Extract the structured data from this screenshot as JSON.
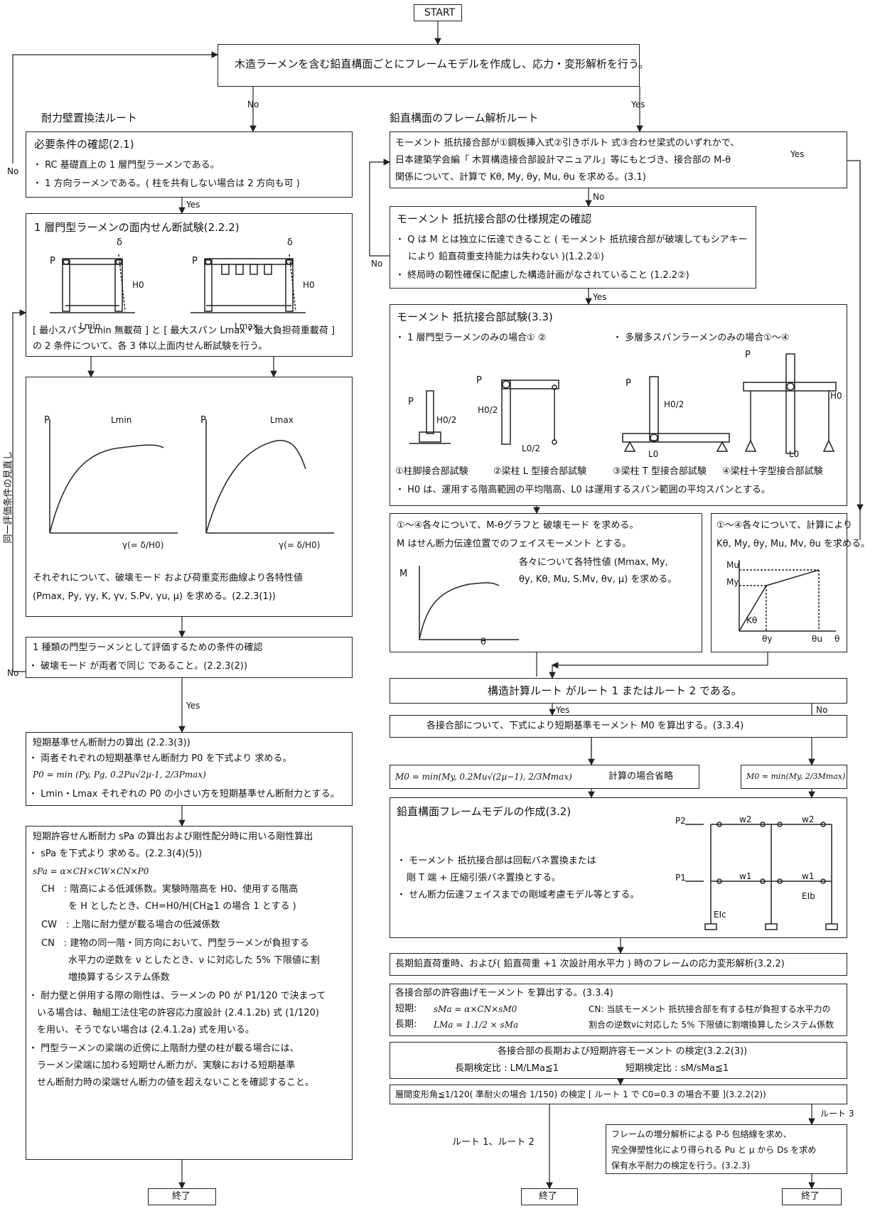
{
  "start": "START",
  "top_box": "木造ラーメンを含む鉛直構面ごとにフレームモデルを作成し、応力・変形解析を行う。",
  "labels": {
    "no": "No",
    "yes": "Yes",
    "left_route": "耐力壁置換法ルート",
    "right_route": "鉛直構面のフレーム解析ルート",
    "side_vertical": "同一評価条件の見直し",
    "route12": "ルート 1、ルート 2",
    "route3": "ルート 3"
  },
  "left": {
    "b1": {
      "title": "必要条件の確認(2.1)",
      "lines": [
        "・ RC 基礎直上の 1 層門型ラーメンである。",
        "・ 1 方向ラーメンである。( 柱を共有しない場合は 2 方向も可 )"
      ]
    },
    "b2": {
      "title": "1 層門型ラーメンの面内せん断試験(2.2.2)",
      "lines": [
        "[ 最小スパン Lmin 無載荷 ] と [ 最大スパン Lmax・最大負担荷重載荷 ]",
        "の 2 条件について、各 3 体以上面内せん断試験を行う。"
      ],
      "fig": {
        "p": "P",
        "d": "δ",
        "h": "H0",
        "lmin": "Lmin",
        "lmax": "Lmax"
      }
    },
    "b3": {
      "fig": {
        "p": "P",
        "lmin": "Lmin",
        "lmax": "Lmax",
        "x": "γ(= δ/H0)"
      },
      "lines": [
        "それぞれについて、破壊モード および荷重変形曲線より各特性値",
        "(Pmax, Py, γy, K, γv, S.Pv, γu, μ) を求める。(2.2.3(1))"
      ]
    },
    "b4": {
      "lines": [
        "1 種類の門型ラーメンとして評価するための条件の確認",
        "・ 破壊モード が両者で同じ であること。(2.2.3(2))"
      ]
    },
    "b5": {
      "lines": [
        "短期基準せん断耐力の算出 (2.2.3(3))",
        "・ 両者それぞれの短期基準せん断耐力 P0 を下式より 求める。",
        "P0 = min (Py, Pg, 0.2Pu√2μ-1, 2/3Pmax)",
        "・ Lmin・Lmax それぞれの P0 の小さい方を短期基準せん断耐力とする。"
      ]
    },
    "b6": {
      "lines": [
        "短期許容せん断耐力 sPa の算出および剛性配分時に用いる剛性算出",
        "・ sPa を下式より 求める。(2.2.3(4)(5))",
        "sPa = α×CH×CW×CN×P0",
        "CH　: 階高による低減係数。実験時階高を H0、使用する階高",
        "を H としたとき、CH=H0/H(CH≧1 の場合 1 とする )",
        "CW　: 上階に耐力壁が載る場合の低減係数",
        "CN　: 建物の同一階・同方向において、門型ラーメンが負担する",
        "水平力の逆数を ν としたとき、ν に対応した 5% 下限値に割",
        "増換算するシステム係数",
        "・ 耐力壁と併用する際の剛性は、ラーメンの P0 が P1/120 で決まって",
        "いる場合は、軸組工法住宅の許容応力度設計 (2.4.1.2b) 式 (1/120)",
        "を用い、そうでない場合は (2.4.1.2a) 式を用いる。",
        "・ 門型ラーメンの梁端の近傍に上階耐力壁の柱が載る場合には、",
        "ラーメン梁端に加わる短期せん断力が、実験における短期基準",
        "せん断耐力時の梁端せん断力の値を超えないことを確認すること。"
      ]
    },
    "end": "終了"
  },
  "right": {
    "r1": {
      "lines": [
        "モーメント 抵抗接合部が①鋼板挿入式②引きボルト 式③合わせ梁式のいずれかで、",
        "日本建築学会編「 木質構造接合部設計マニュアル」等にもとづき、接合部の M-θ",
        "関係について、計算で Kθ, My, θy, Mu, θu を求める。(3.1)"
      ]
    },
    "r2": {
      "title": "モーメント 抵抗接合部の仕様規定の確認",
      "lines": [
        "・ Q は M とは独立に伝達できること ( モーメント 抵抗接合部が破壊してもシアキー",
        "により 鉛直荷重支持能力は失わない )(1.2.2①)",
        "・ 終局時の靭性確保に配慮した構造計画がなされていること (1.2.2②)"
      ]
    },
    "r3": {
      "title": "モーメント 抵抗接合部試験(3.3)",
      "sub1": "・ 1 層門型ラーメンのみの場合① ②",
      "sub2": "・ 多層多スパンラーメンのみの場合①～④",
      "caps": [
        "①柱脚接合部試験",
        "②梁柱 L 型接合部試験",
        "③梁柱 T 型接合部試験",
        "④梁柱十字型接合部試験"
      ],
      "note": "・ H0 は、運用する階高範囲の平均階高、L0 は運用するスパン範囲の平均スパンとする。",
      "fig": {
        "p": "P",
        "h2": "H0/2",
        "l2": "L0/2",
        "l0": "L0",
        "h0": "H0"
      }
    },
    "r4a": {
      "lines": [
        "①～④各々について、M-θグラフと 破壊モード を求める。",
        "M はせん断力伝達位置でのフェイスモーメント とする。",
        "各々について各特性値 (Mmax, My,",
        "θy, Kθ, Mu, S.Mv, θv, μ) を求める。"
      ],
      "fig": {
        "m": "M",
        "th": "θ"
      }
    },
    "r4b": {
      "lines": [
        "①～④各々について、計算により",
        "Kθ, My, θy, Mu, Mv, θu を求める。"
      ],
      "fig": {
        "mu": "Mu",
        "my": "My",
        "k": "Kθ",
        "thy": "θy",
        "thu": "θu",
        "th": "θ"
      }
    },
    "r5": "構造計算ルート がルート 1 またはルート 2 である。",
    "r6": "各接合部について、下式により短期基準モーメント M0 を算出する。(3.3.4)",
    "r7a": "M0 = min(My, 0.2Mu√(2μ−1), 2/3Mmax)",
    "r7a_note": "計算の場合省略",
    "r7b": "M0 = min(My, 2/3Mmax)",
    "r8": {
      "title": "鉛直構面フレームモデルの作成(3.2)",
      "lines": [
        "・ モーメント 抵抗接合部は回転バネ置換または",
        "剛 T 端 + 圧縮引張バネ置換とする。",
        "・ せん断力伝達フェイスまでの剛域考慮モデル等とする。"
      ],
      "fig": {
        "p2": "P2",
        "p1": "P1",
        "w2": "w2",
        "w1": "w1",
        "eib": "EIb",
        "eic": "EIc"
      }
    },
    "r9": "長期鉛直荷重時、および( 鉛直荷重 +1 次設計用水平力 ) 時のフレームの応力変形解析(3.2.2)",
    "r10": {
      "title": "各接合部の許容曲げモーメント を算出する。(3.3.4)",
      "short": "短期:",
      "short_f": "sMa = α×CN×sM0",
      "long": "長期:",
      "long_f": "LMa = 1.1/2 × sMa",
      "cn1": "CN: 当該モーメント 抵抗接合部を有する柱が負担する水平力の",
      "cn2": "割合の逆数νに対応した 5% 下限値に割増換算したシステム係数"
    },
    "r11": {
      "title": "各接合部の長期および短期許容モーメント の検定(3.2.2(3))",
      "l": "長期検定比 : LM/LMa≦1",
      "s": "短期検定比 : sM/sMa≦1"
    },
    "r12": "層間変形角≦1/120( 準耐火の場合 1/150) の検定 [ ルート 1 で C0=0.3 の場合不要 ](3.2.2(2))",
    "r13": [
      "フレームの増分解析による P-δ 包絡線を求め、",
      "完全弾塑性化により得られる Pu と μ から Ds を求め",
      "保有水平耐力の検定を行う。(3.2.3)"
    ],
    "end": "終了"
  }
}
